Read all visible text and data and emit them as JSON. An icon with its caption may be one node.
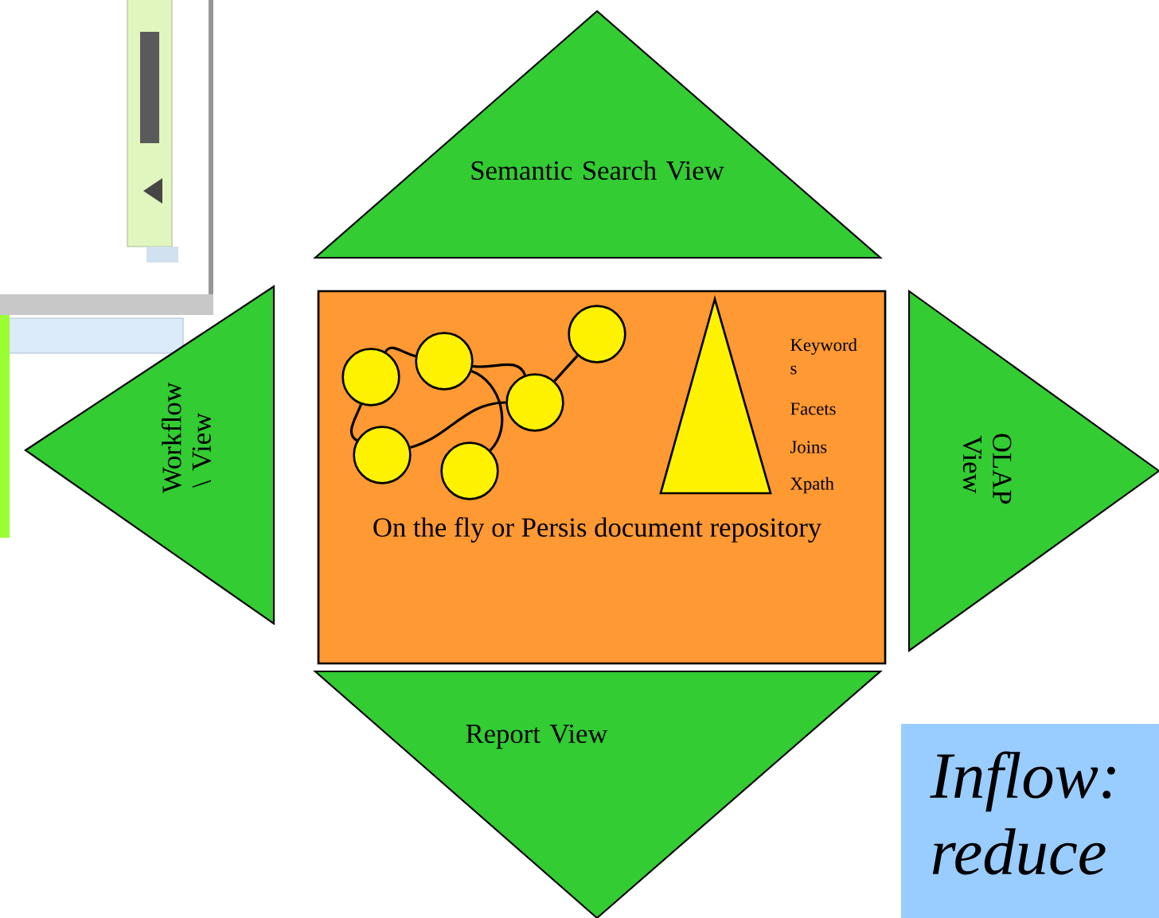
{
  "diagram": {
    "nodes": [
      {
        "text": [
          "Semantic Search View"
        ]
      },
      {
        "text": [
          "Workflow \\ View"
        ]
      },
      {
        "text": [
          "On the fly or Persis document repository"
        ]
      },
      {
        "text": [],
        "shape": "circle",
        "in": 2
      },
      {
        "text": [],
        "shape": "circle",
        "in": 2
      },
      {
        "text": [],
        "shape": "circle",
        "in": 2
      },
      {
        "text": [],
        "shape": "circle",
        "in": 2
      },
      {
        "text": [],
        "shape": "circle",
        "in": 2
      },
      {
        "text": [],
        "shape": "circle",
        "in": 2
      },
      {
        "text": [],
        "shape": "triangle",
        "in": 2,
        "beside": [
          "Keyword s",
          "Facets",
          "Joins",
          "Xpath"
        ]
      },
      {
        "text": [
          "OLAP View"
        ]
      },
      {
        "text": [
          "Report View"
        ]
      }
    ],
    "edges": [
      {
        "from": 3,
        "to": 4,
        "arrow": "none"
      },
      {
        "from": 4,
        "to": 6,
        "arrow": "none"
      },
      {
        "from": 6,
        "to": 5,
        "arrow": "none"
      },
      {
        "from": 3,
        "to": 7,
        "arrow": "none"
      },
      {
        "from": 7,
        "to": 6,
        "arrow": "none"
      },
      {
        "from": 4,
        "to": 8,
        "arrow": "none"
      }
    ],
    "labels": [
      "Inflow: reduce"
    ]
  }
}
